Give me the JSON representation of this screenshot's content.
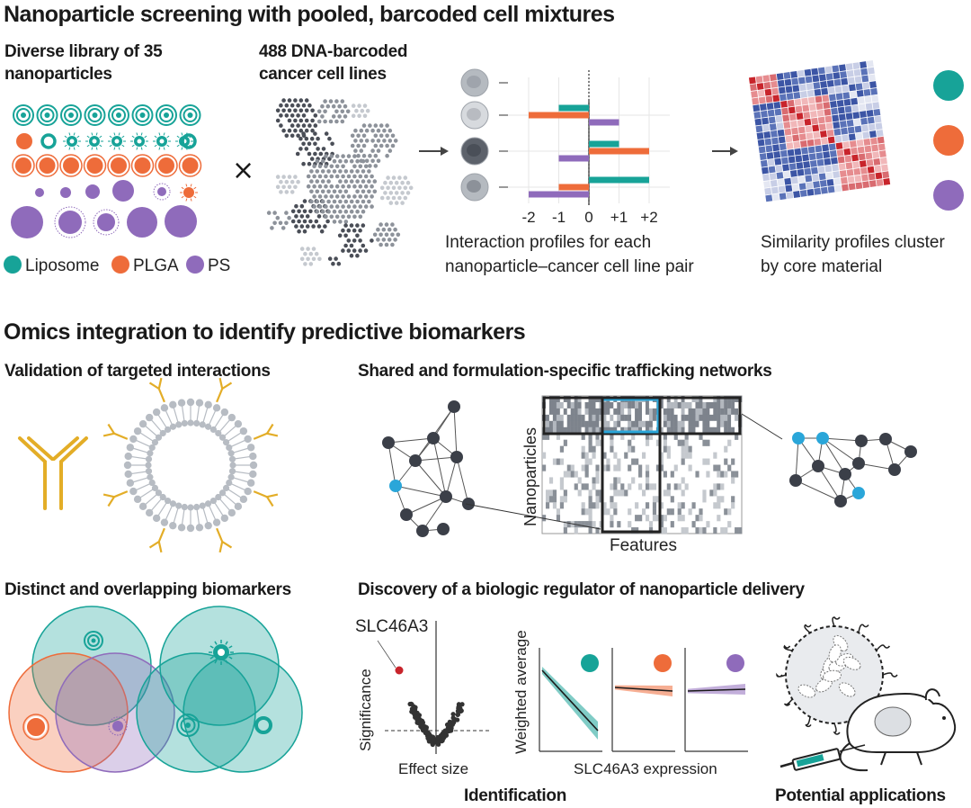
{
  "section1": {
    "title": "Nanoparticle screening with pooled, barcoded cell mixtures",
    "library_heading": "Diverse library of 35 nanoparticles",
    "cells_heading": "488 DNA-barcoded cancer cell lines",
    "times_symbol": "×",
    "legend": [
      {
        "label": "Liposome",
        "color": "#17a398"
      },
      {
        "label": "PLGA",
        "color": "#ee6c3a"
      },
      {
        "label": "PS",
        "color": "#8f6bbb"
      }
    ],
    "interaction_caption_1": "Interaction profiles for each",
    "interaction_caption_2": "nanoparticle–cancer cell line pair",
    "similarity_caption_1": "Similarity profiles cluster",
    "similarity_caption_2": "by core material",
    "axis_ticks": [
      "-2",
      "-1",
      "0",
      "+1",
      "+2"
    ],
    "bar_rows": [
      {
        "teal": -1,
        "orange": -2,
        "purple": 1
      },
      {
        "teal": 1,
        "orange": 2,
        "purple": -1
      },
      {
        "teal": 2,
        "orange": -1,
        "purple": -2
      }
    ]
  },
  "section2": {
    "title": "Omics integration to identify predictive biomarkers",
    "validation_heading": "Validation of targeted interactions",
    "networks_heading": "Shared and formulation-specific trafficking networks",
    "heatmap_ylabel": "Nanoparticles",
    "heatmap_xlabel": "Features",
    "biomarkers_heading": "Distinct and overlapping biomarkers",
    "discovery_heading": "Discovery of a biologic regulator of nanoparticle delivery",
    "gene_label": "SLC46A3",
    "volcano_ylabel": "Significance",
    "volcano_xlabel": "Effect size",
    "panel_ylabel": "Weighted average",
    "panel_xlabel": "SLC46A3 expression",
    "identification_label": "Identification",
    "applications_label": "Potential applications"
  },
  "colors": {
    "teal": "#17a398",
    "orange": "#ee6c3a",
    "purple": "#8f6bbb",
    "gold": "#e3ad27",
    "gray": "#b7bcc3",
    "dark": "#3b3f48",
    "blue_node": "#2aa6d9",
    "red_point": "#c8242b"
  }
}
